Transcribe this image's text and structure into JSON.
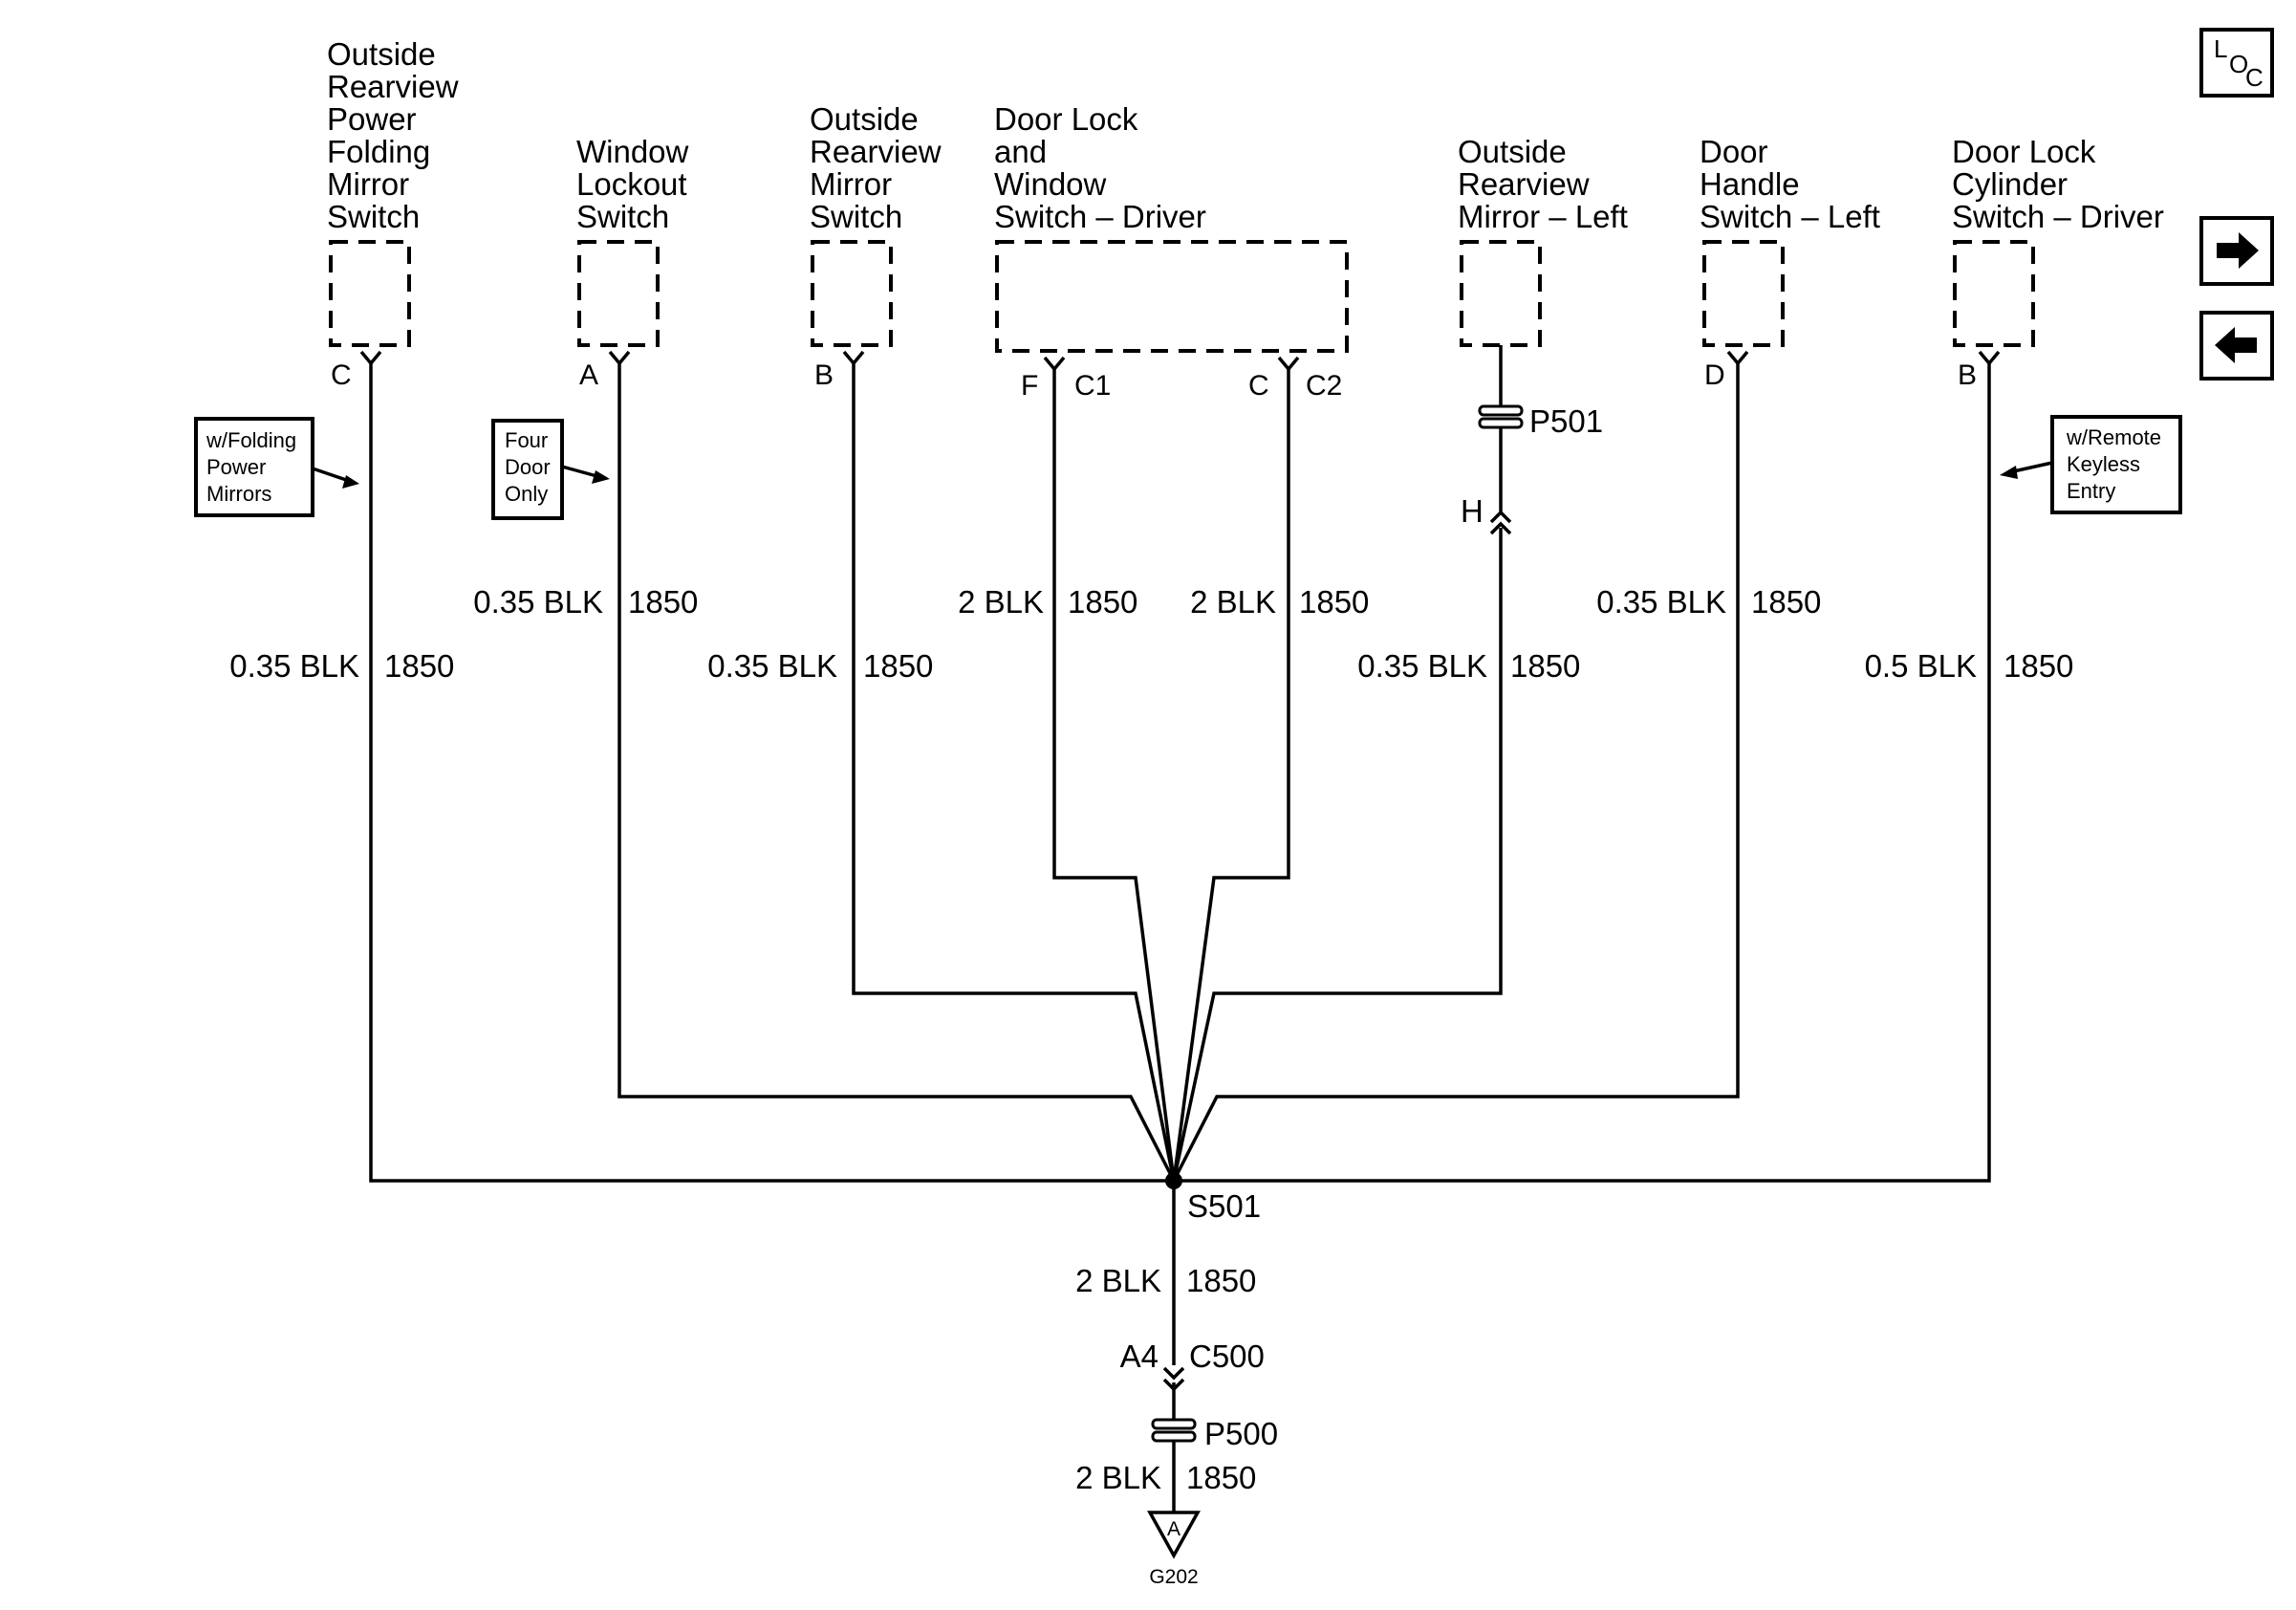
{
  "components": [
    {
      "id": "outside-rearview-power-folding-mirror-switch",
      "lines": [
        "Outside",
        "Rearview",
        "Power",
        "Folding",
        "Mirror",
        "Switch"
      ],
      "pin": "C"
    },
    {
      "id": "window-lockout-switch",
      "lines": [
        "Window",
        "Lockout",
        "Switch"
      ],
      "pin": "A"
    },
    {
      "id": "outside-rearview-mirror-switch",
      "lines": [
        "Outside",
        "Rearview",
        "Mirror",
        "Switch"
      ],
      "pin": "B"
    },
    {
      "id": "door-lock-and-window-switch-driver",
      "lines": [
        "Door Lock",
        "and",
        "Window",
        "Switch – Driver"
      ],
      "pins": [
        {
          "pin": "F",
          "connector": "C1"
        },
        {
          "pin": "C",
          "connector": "C2"
        }
      ]
    },
    {
      "id": "outside-rearview-mirror-left",
      "lines": [
        "Outside",
        "Rearview",
        "Mirror – Left"
      ]
    },
    {
      "id": "door-handle-switch-left",
      "lines": [
        "Door",
        "Handle",
        "Switch – Left"
      ],
      "pin": "D"
    },
    {
      "id": "door-lock-cylinder-switch-driver",
      "lines": [
        "Door Lock",
        "Cylinder",
        "Switch – Driver"
      ],
      "pin": "B"
    }
  ],
  "notes": {
    "folding": [
      "w/Folding",
      "Power",
      "Mirrors"
    ],
    "four_door": [
      "Four",
      "Door",
      "Only"
    ],
    "remote": [
      "w/Remote",
      "Keyless",
      "Entry"
    ]
  },
  "wires": {
    "w1": {
      "size": "0.35 BLK",
      "circuit": "1850"
    },
    "w2": {
      "size": "0.35 BLK",
      "circuit": "1850"
    },
    "w3": {
      "size": "0.35 BLK",
      "circuit": "1850"
    },
    "w4": {
      "size": "2 BLK",
      "circuit": "1850"
    },
    "w5": {
      "size": "2 BLK",
      "circuit": "1850"
    },
    "w6": {
      "size": "0.35 BLK",
      "circuit": "1850"
    },
    "w7": {
      "size": "0.35 BLK",
      "circuit": "1850"
    },
    "w8": {
      "size": "0.5 BLK",
      "circuit": "1850"
    },
    "w_main": {
      "size": "2 BLK",
      "circuit": "1850"
    },
    "w_ground": {
      "size": "2 BLK",
      "circuit": "1850"
    }
  },
  "connectors": {
    "p501": "P501",
    "mirror_pin": "H",
    "c500_pin": "A4",
    "c500": "C500",
    "p500": "P500"
  },
  "splice": "S501",
  "ground": {
    "symbol": "A",
    "label": "G202"
  },
  "nav": {
    "loc_l": "L",
    "loc_o": "O",
    "loc_c": "C"
  }
}
